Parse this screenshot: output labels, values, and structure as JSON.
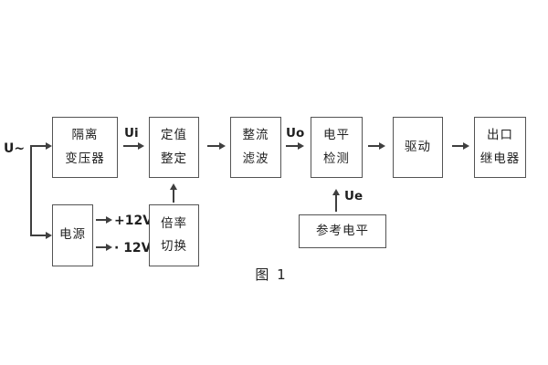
{
  "caption": "图 1",
  "labels": {
    "input": "U~",
    "ui": "Ui",
    "uo": "Uo",
    "ue": "Ue",
    "power_pos": "+12V",
    "power_neg": "· 12V"
  },
  "blocks": {
    "isolation_transformer": {
      "line1": "隔离",
      "line2": "变压器"
    },
    "value_setting": {
      "line1": "定值",
      "line2": "整定"
    },
    "rectify_filter": {
      "line1": "整流",
      "line2": "滤波"
    },
    "level_detect": {
      "line1": "电平",
      "line2": "检测"
    },
    "drive": {
      "label": "驱动"
    },
    "exit_relay": {
      "line1": "出口",
      "line2": "继电器"
    },
    "power": {
      "label": "电源"
    },
    "multiplier_switch": {
      "line1": "倍率",
      "line2": "切换"
    },
    "reference_level": {
      "label": "参考电平"
    }
  },
  "colors": {
    "line": "#3f3f3f",
    "border": "#545454",
    "text": "#1f1f1f"
  }
}
